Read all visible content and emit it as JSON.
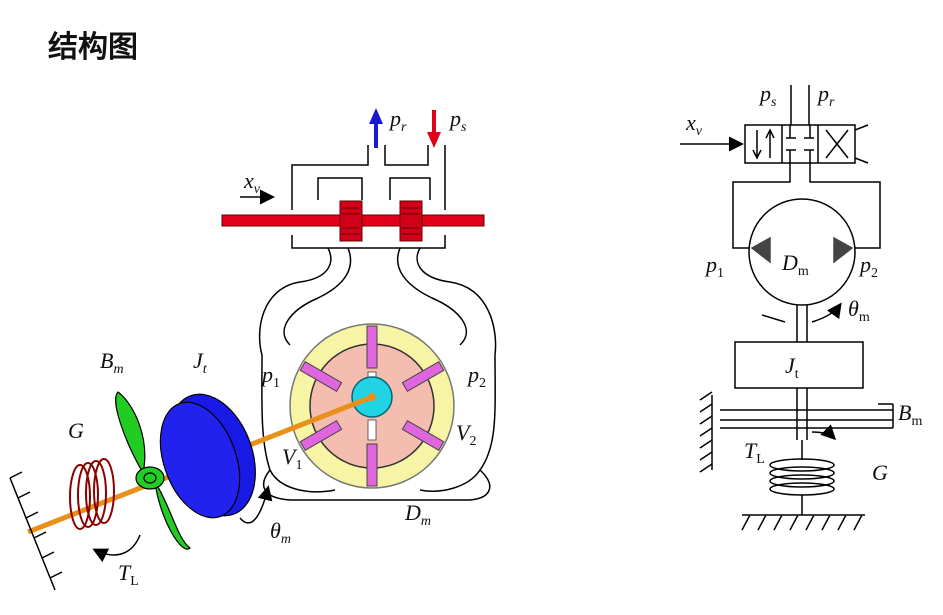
{
  "title": "结构图",
  "left_diagram": {
    "valve_input": {
      "base": "x",
      "sub": "v"
    },
    "return_port": {
      "base": "p",
      "sub": "r"
    },
    "supply_port": {
      "base": "p",
      "sub": "s"
    },
    "chamber_1_pressure": {
      "base": "p",
      "sub": "1"
    },
    "chamber_2_pressure": {
      "base": "p",
      "sub": "2"
    },
    "chamber_1_volume": {
      "base": "V",
      "sub": "1"
    },
    "chamber_2_volume": {
      "base": "V",
      "sub": "2"
    },
    "motor_displacement": {
      "base": "D",
      "sub": "m"
    },
    "motor_angle": {
      "base": "θ",
      "sub": "m"
    },
    "inertia": {
      "base": "J",
      "sub": "t"
    },
    "damping": {
      "base": "B",
      "sub": "m"
    },
    "stiffness": {
      "base": "G",
      "sub": ""
    },
    "load_torque": {
      "base": "T",
      "sub": "L"
    },
    "colors": {
      "spool": "#e0001a",
      "return_arrow": "#1a1acc",
      "supply_arrow": "#e0001a",
      "rotor": "#f4bdb0",
      "stator": "#f7f4a6",
      "hub": "#22d3e6",
      "vanes": "#e066e0",
      "flywheel": "#1a1ae6",
      "damper": "#22cc22",
      "shaft": "#e8901a",
      "spring": "#8b0000"
    }
  },
  "right_diagram": {
    "supply_port": {
      "base": "p",
      "sub": "s"
    },
    "return_port": {
      "base": "p",
      "sub": "r"
    },
    "valve_input": {
      "base": "x",
      "sub": "v"
    },
    "chamber_1_pressure": {
      "base": "p",
      "sub": "1"
    },
    "chamber_2_pressure": {
      "base": "p",
      "sub": "2"
    },
    "motor_displacement": {
      "base": "D",
      "sub": "m"
    },
    "motor_angle": {
      "base": "θ",
      "sub": "m"
    },
    "inertia": {
      "base": "J",
      "sub": "t"
    },
    "damping": {
      "base": "B",
      "sub": "m"
    },
    "load_torque": {
      "base": "T",
      "sub": "L"
    },
    "stiffness": {
      "base": "G",
      "sub": ""
    }
  }
}
